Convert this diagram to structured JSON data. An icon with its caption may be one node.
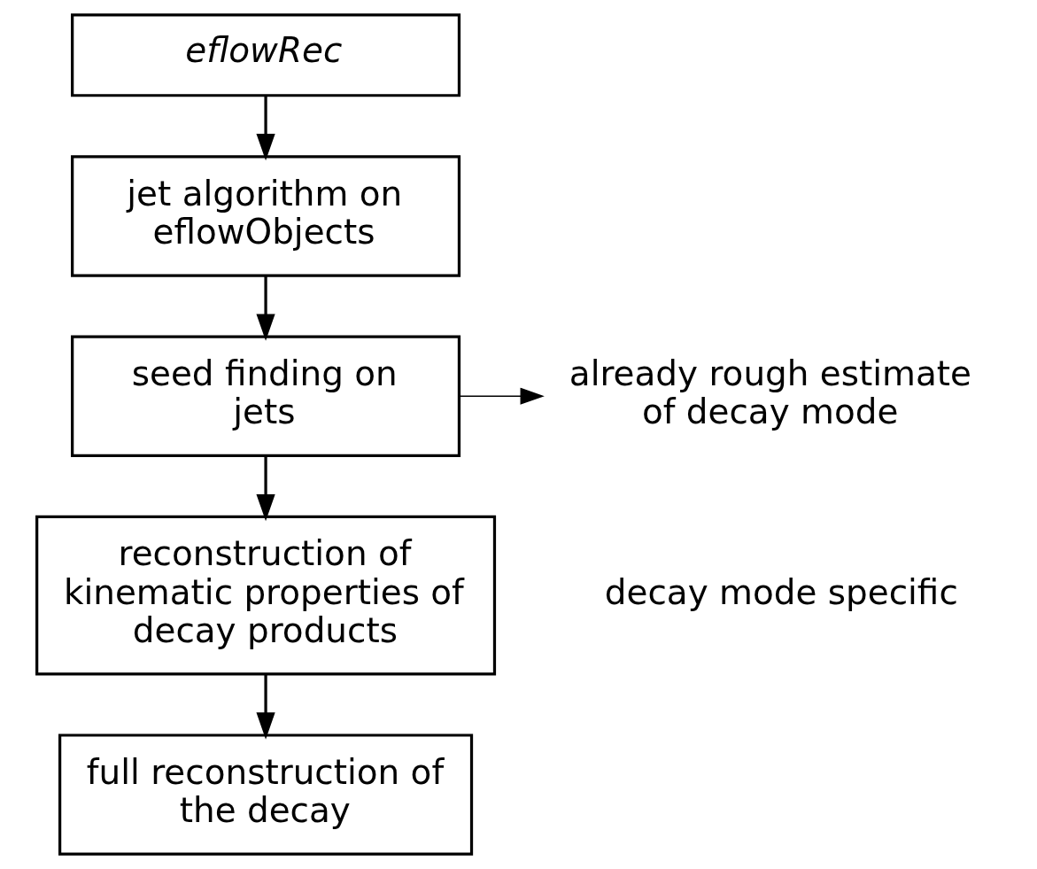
{
  "diagram": {
    "nodes": [
      {
        "text": [
          "eflowRec"
        ]
      },
      {
        "text": [
          "jet algorithm on eflowObjects"
        ]
      },
      {
        "text": [
          "seed finding on jets"
        ]
      },
      {
        "text": [
          "already rough estimate of decay mode"
        ]
      },
      {
        "text": [
          "reconstruction of kinematic properties of decay products"
        ]
      },
      {
        "text": [
          "full reconstruction of the decay"
        ]
      }
    ],
    "edges": [
      {
        "from": 0,
        "to": 1,
        "arrow": "to"
      },
      {
        "from": 1,
        "to": 2,
        "arrow": "to"
      },
      {
        "from": 2,
        "to": 3,
        "arrow": "to"
      },
      {
        "from": 2,
        "to": 4,
        "arrow": "to"
      },
      {
        "from": 4,
        "to": 5,
        "arrow": "to"
      }
    ],
    "labels": [
      "decay mode specific"
    ]
  }
}
